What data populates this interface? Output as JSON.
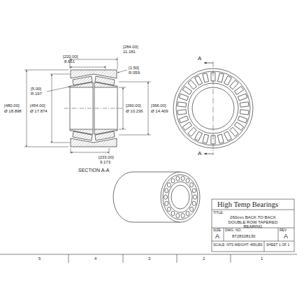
{
  "diagram": {
    "labels": [
      "[284.00]",
      "11.181",
      "[220.00]",
      "8.661",
      "[1.50]",
      "R.059",
      "[5.00]",
      "R.197",
      "[480.00]",
      "Ø 18.898",
      "[454.00]",
      "Ø 17.874",
      "[260.00]",
      "Ø 10.236",
      "[366.00]",
      "Ø 14.409",
      "[233.00]",
      "9.173",
      "SECTION A-A",
      "A",
      "A",
      "High Temp Bearings",
      "TITLE:",
      "260mm BACK TO BACK DOUBLE ROW TAPERED BEARING",
      "SIZE",
      "A",
      "DWG. NO.",
      "8728328130",
      "REV",
      "A",
      "SCALE: NTS WEIGHT: 465LBS",
      "SHEET 1 OF 1",
      "5",
      "4",
      "3",
      "2",
      "1"
    ]
  }
}
